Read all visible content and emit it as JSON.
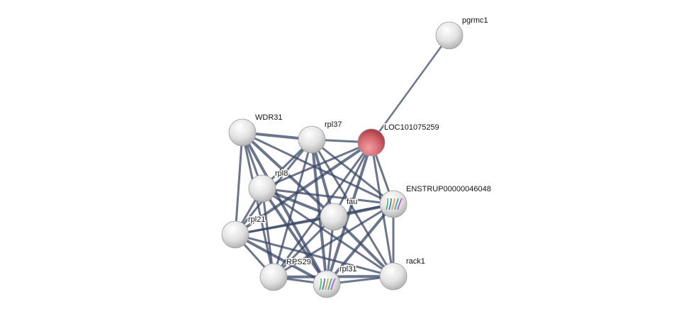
{
  "network": {
    "nodes": [
      {
        "id": "pgrmc1",
        "label": "pgrmc1",
        "color": "#e8e8e8"
      },
      {
        "id": "LOC101075259",
        "label": "LOC101075259",
        "color": "#d9606a"
      },
      {
        "id": "WDR31",
        "label": "WDR31",
        "color": "#e8e8e8"
      },
      {
        "id": "rpl37",
        "label": "rpl37",
        "color": "#e8e8e8"
      },
      {
        "id": "rpl8",
        "label": "rpl8",
        "color": "#e8e8e8"
      },
      {
        "id": "ENSTRUP00000046048",
        "label": "ENSTRUP00000046048",
        "color": "#e8e8e8",
        "structure": true
      },
      {
        "id": "fau",
        "label": "fau",
        "color": "#e8e8e8"
      },
      {
        "id": "rpl21",
        "label": "rpl21",
        "color": "#e8e8e8"
      },
      {
        "id": "RPS29",
        "label": "RPS29",
        "color": "#e8e8e8"
      },
      {
        "id": "rpl31",
        "label": "rpl31",
        "color": "#e8e8e8",
        "structure": true
      },
      {
        "id": "rack1",
        "label": "rack1",
        "color": "#e8e8e8"
      }
    ],
    "edges": [
      [
        "pgrmc1",
        "LOC101075259"
      ],
      [
        "LOC101075259",
        "rpl37"
      ],
      [
        "LOC101075259",
        "rpl8"
      ],
      [
        "LOC101075259",
        "rpl21"
      ],
      [
        "LOC101075259",
        "fau"
      ],
      [
        "LOC101075259",
        "ENSTRUP00000046048"
      ],
      [
        "LOC101075259",
        "rpl31"
      ],
      [
        "LOC101075259",
        "rack1"
      ],
      [
        "LOC101075259",
        "RPS29"
      ],
      [
        "WDR31",
        "rpl37"
      ],
      [
        "WDR31",
        "rpl8"
      ],
      [
        "WDR31",
        "rpl21"
      ],
      [
        "WDR31",
        "fau"
      ],
      [
        "WDR31",
        "ENSTRUP00000046048"
      ],
      [
        "WDR31",
        "RPS29"
      ],
      [
        "WDR31",
        "rpl31"
      ],
      [
        "rpl37",
        "rpl8"
      ],
      [
        "rpl37",
        "rpl21"
      ],
      [
        "rpl37",
        "fau"
      ],
      [
        "rpl37",
        "ENSTRUP00000046048"
      ],
      [
        "rpl37",
        "RPS29"
      ],
      [
        "rpl37",
        "rpl31"
      ],
      [
        "rpl37",
        "rack1"
      ],
      [
        "rpl8",
        "rpl21"
      ],
      [
        "rpl8",
        "fau"
      ],
      [
        "rpl8",
        "ENSTRUP00000046048"
      ],
      [
        "rpl8",
        "RPS29"
      ],
      [
        "rpl8",
        "rpl31"
      ],
      [
        "rpl8",
        "rack1"
      ],
      [
        "fau",
        "rpl21"
      ],
      [
        "fau",
        "ENSTRUP00000046048"
      ],
      [
        "fau",
        "RPS29"
      ],
      [
        "fau",
        "rpl31"
      ],
      [
        "fau",
        "rack1"
      ],
      [
        "ENSTRUP00000046048",
        "rpl21"
      ],
      [
        "ENSTRUP00000046048",
        "RPS29"
      ],
      [
        "ENSTRUP00000046048",
        "rpl31"
      ],
      [
        "ENSTRUP00000046048",
        "rack1"
      ],
      [
        "rpl21",
        "RPS29"
      ],
      [
        "rpl21",
        "rpl31"
      ],
      [
        "rpl21",
        "rack1"
      ],
      [
        "RPS29",
        "rpl31"
      ],
      [
        "RPS29",
        "rack1"
      ],
      [
        "rpl31",
        "rack1"
      ]
    ]
  }
}
